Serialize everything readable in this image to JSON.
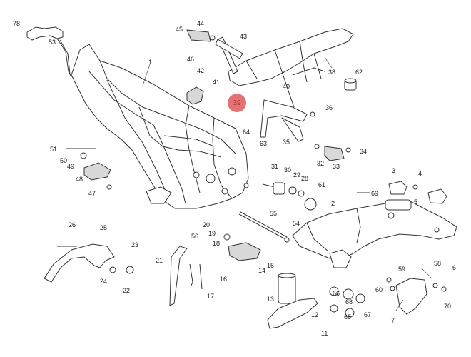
{
  "diagram": {
    "highlight": {
      "label": "39",
      "color": "#e05a5a"
    },
    "labels": [
      "78",
      "53",
      "45",
      "44",
      "43",
      "46",
      "42",
      "41",
      "40",
      "38",
      "62",
      "1",
      "36",
      "64",
      "63",
      "35",
      "51",
      "50",
      "49",
      "48",
      "47",
      "34",
      "32",
      "33",
      "31",
      "30",
      "29",
      "28",
      "61",
      "3",
      "4",
      "5",
      "69",
      "2",
      "55",
      "54",
      "26",
      "25",
      "20",
      "19",
      "18",
      "56",
      "21",
      "16",
      "17",
      "15",
      "14",
      "23",
      "24",
      "22",
      "13",
      "59",
      "58",
      "6",
      "60",
      "66",
      "68",
      "65",
      "67",
      "12",
      "11",
      "7",
      "70"
    ]
  }
}
